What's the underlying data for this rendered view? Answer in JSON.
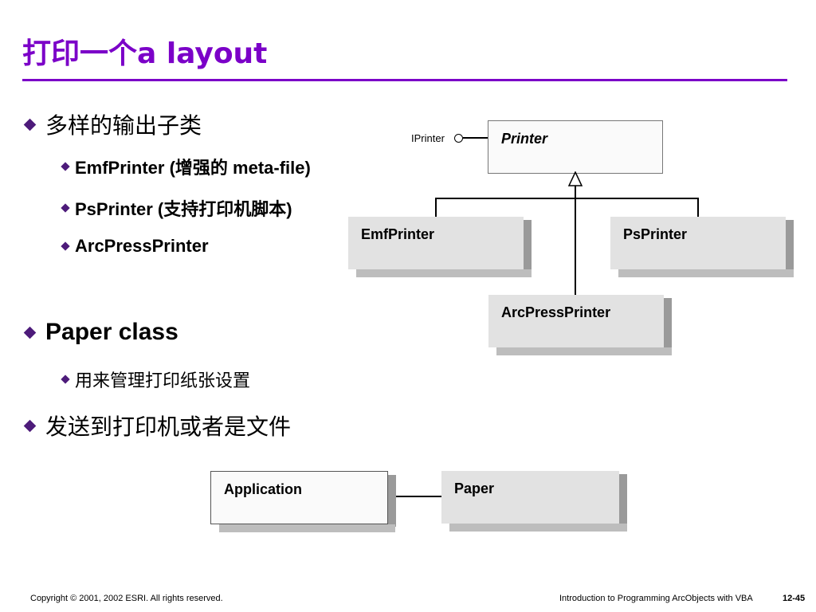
{
  "slide": {
    "title": "打印一个a layout",
    "bullets": [
      {
        "text": "多样的输出子类",
        "sub": [
          "EmfPrinter (增强的 meta-file)",
          "PsPrinter (支持打印机脚本)",
          "ArcPressPrinter"
        ]
      },
      {
        "text": "Paper class",
        "sub": [
          "用来管理打印纸张设置"
        ]
      },
      {
        "text": "发送到打印机或者是文件",
        "sub": []
      }
    ]
  },
  "diagram": {
    "interface_label": "IPrinter",
    "classes": {
      "printer": "Printer",
      "emf": "EmfPrinter",
      "ps": "PsPrinter",
      "arcpress": "ArcPressPrinter",
      "application": "Application",
      "paper": "Paper"
    }
  },
  "footer": {
    "copyright": "Copyright © 2001, 2002 ESRI.  All rights reserved.",
    "course": "Introduction to Programming ArcObjects with VBA",
    "page": "12-45"
  }
}
